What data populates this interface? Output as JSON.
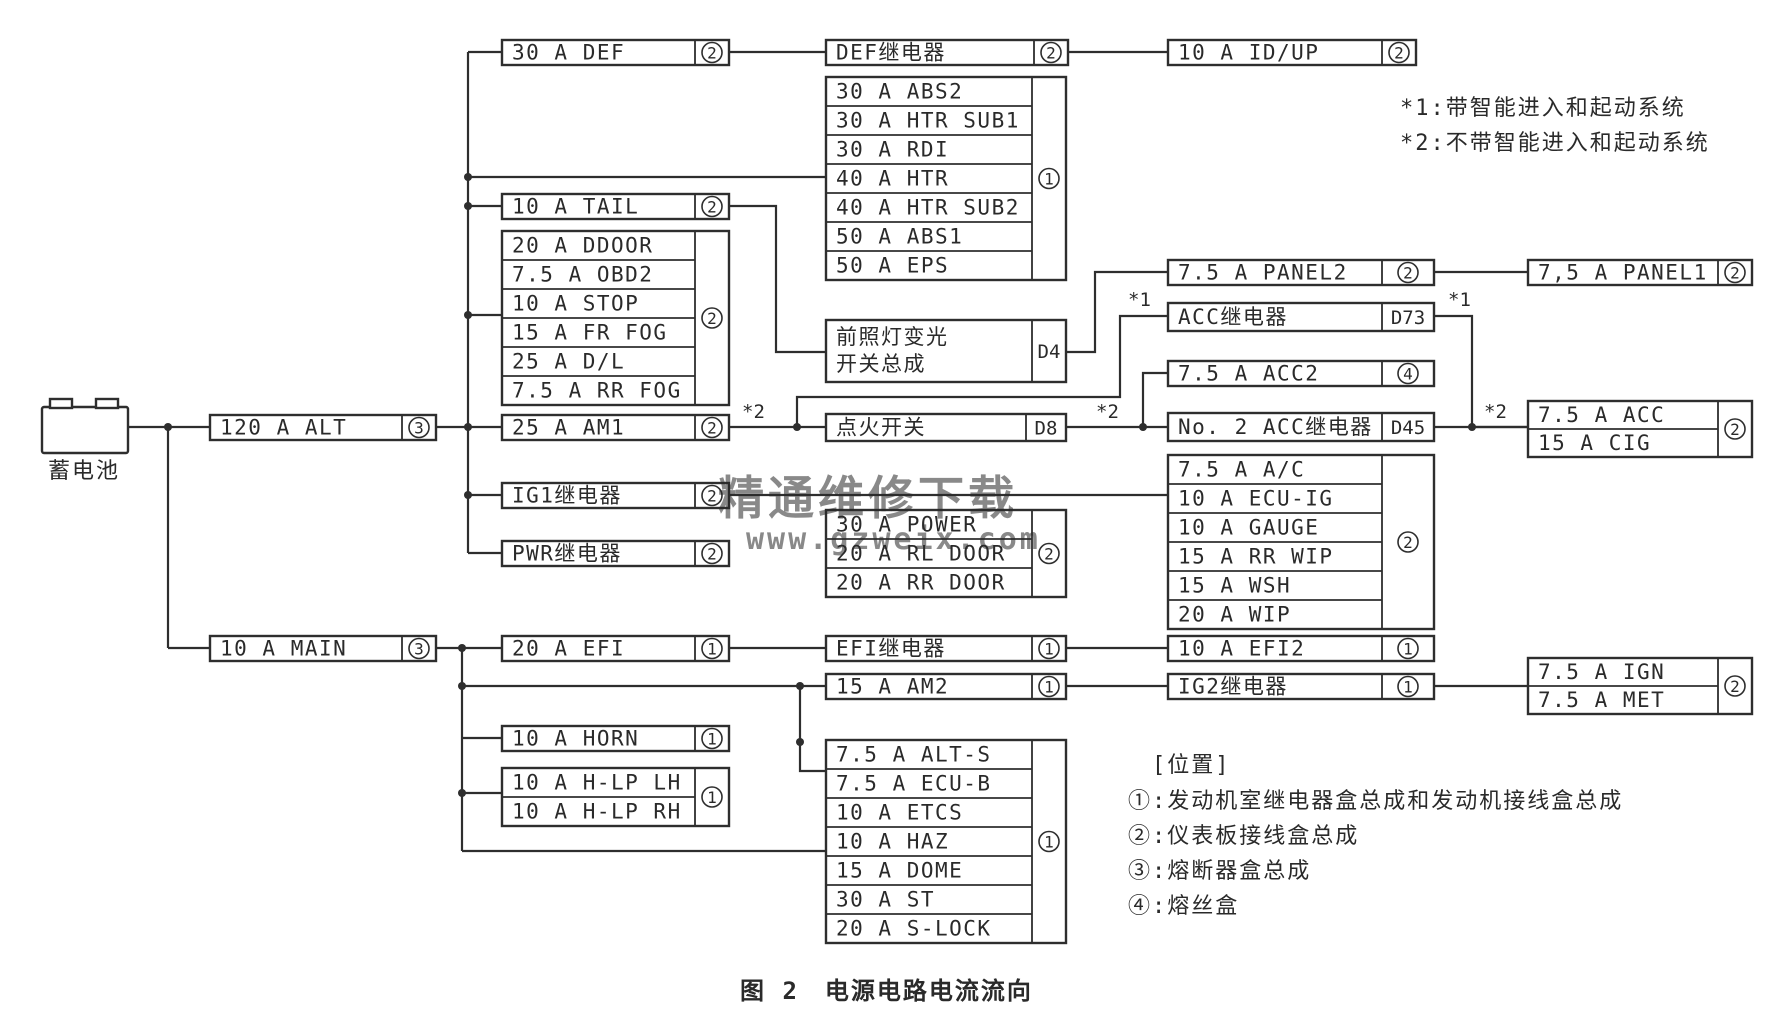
{
  "battery": {
    "label": "蓄电池"
  },
  "boxes": [
    {
      "id": "alt",
      "code": "③",
      "rows": [
        "120 A ALT"
      ]
    },
    {
      "id": "main",
      "code": "③",
      "rows": [
        "10 A MAIN"
      ]
    },
    {
      "id": "def",
      "code": "②",
      "rows": [
        "30 A DEF"
      ]
    },
    {
      "id": "def-relay",
      "code": "②",
      "rows": [
        "DEF继电器"
      ]
    },
    {
      "id": "id-up",
      "code": "②",
      "rows": [
        "10 A ID/UP"
      ]
    },
    {
      "id": "abs-group",
      "code": "①",
      "rows": [
        "30 A ABS2",
        "30 A HTR SUB1",
        "30 A RDI",
        "40 A HTR",
        "40 A HTR SUB2",
        "50 A ABS1",
        "50 A EPS"
      ]
    },
    {
      "id": "tail",
      "code": "②",
      "rows": [
        "10 A TAIL"
      ]
    },
    {
      "id": "ddoor-group",
      "code": "②",
      "rows": [
        "20 A DDOOR",
        "7.5 A OBD2",
        "10 A STOP",
        "15 A FR FOG",
        "25 A D/L",
        "7.5 A RR FOG"
      ]
    },
    {
      "id": "headlight-switch",
      "code": "D4",
      "rows": [
        "前照灯变光\n开关总成"
      ]
    },
    {
      "id": "panel2",
      "code": "②",
      "rows": [
        "7.5 A PANEL2"
      ]
    },
    {
      "id": "panel1",
      "code": "②",
      "rows": [
        "7,5 A PANEL1"
      ]
    },
    {
      "id": "acc-relay",
      "code": "D73",
      "rows": [
        "ACC继电器"
      ]
    },
    {
      "id": "acc2",
      "code": "④",
      "rows": [
        "7.5 A ACC2"
      ]
    },
    {
      "id": "am1",
      "code": "②",
      "rows": [
        "25 A AM1"
      ]
    },
    {
      "id": "ignition",
      "code": "D8",
      "rows": [
        "点火开关"
      ]
    },
    {
      "id": "acc2-relay",
      "code": "D45",
      "rows": [
        "No. 2 ACC继电器"
      ]
    },
    {
      "id": "acc-cig",
      "code": "②",
      "rows": [
        "7.5 A ACC",
        "15 A CIG"
      ]
    },
    {
      "id": "ig1-relay",
      "code": "②",
      "rows": [
        "IG1继电器"
      ]
    },
    {
      "id": "ecu-group",
      "code": "②",
      "rows": [
        "7.5 A A/C",
        "10 A ECU-IG",
        "10 A GAUGE",
        "15 A RR WIP",
        "15 A WSH",
        "20 A WIP"
      ]
    },
    {
      "id": "pwr-relay",
      "code": "②",
      "rows": [
        "PWR继电器"
      ]
    },
    {
      "id": "power-group",
      "code": "②",
      "rows": [
        "30 A POWER",
        "20 A RL DOOR",
        "20 A RR DOOR"
      ]
    },
    {
      "id": "efi",
      "code": "①",
      "rows": [
        "20 A EFI"
      ]
    },
    {
      "id": "efi-relay",
      "code": "①",
      "rows": [
        "EFI继电器"
      ]
    },
    {
      "id": "efi2",
      "code": "①",
      "rows": [
        "10 A EFI2"
      ]
    },
    {
      "id": "am2",
      "code": "①",
      "rows": [
        "15 A AM2"
      ]
    },
    {
      "id": "ig2-relay",
      "code": "①",
      "rows": [
        "IG2继电器"
      ]
    },
    {
      "id": "ign-met",
      "code": "②",
      "rows": [
        "7.5 A IGN",
        "7.5 A MET"
      ]
    },
    {
      "id": "horn",
      "code": "①",
      "rows": [
        "10 A HORN"
      ]
    },
    {
      "id": "hlp-group",
      "code": "①",
      "rows": [
        "10 A H-LP LH",
        "10 A H-LP RH"
      ]
    },
    {
      "id": "alts-group",
      "code": "①",
      "rows": [
        "7.5 A ALT-S",
        "7.5 A ECU-B",
        "10 A ETCS",
        "10 A HAZ",
        "15 A DOME",
        "30 A ST",
        "20 A S-LOCK"
      ]
    }
  ],
  "markers": [
    "*2",
    "*1",
    "*2",
    "*1",
    "*2"
  ],
  "legend_top": {
    "items": [
      "*1:带智能进入和起动系统",
      "*2:不带智能进入和起动系统"
    ]
  },
  "legend_position": {
    "title": "[位置]",
    "items": [
      "①:发动机室继电器盒总成和发动机接线盒总成",
      "②:仪表板接线盒总成",
      "③:熔断器盒总成",
      "④:熔丝盒"
    ]
  },
  "watermark": {
    "line1": "精通维修下载",
    "line2": "www.gzweix.com"
  },
  "caption": "图 2　电源电路电流流向"
}
